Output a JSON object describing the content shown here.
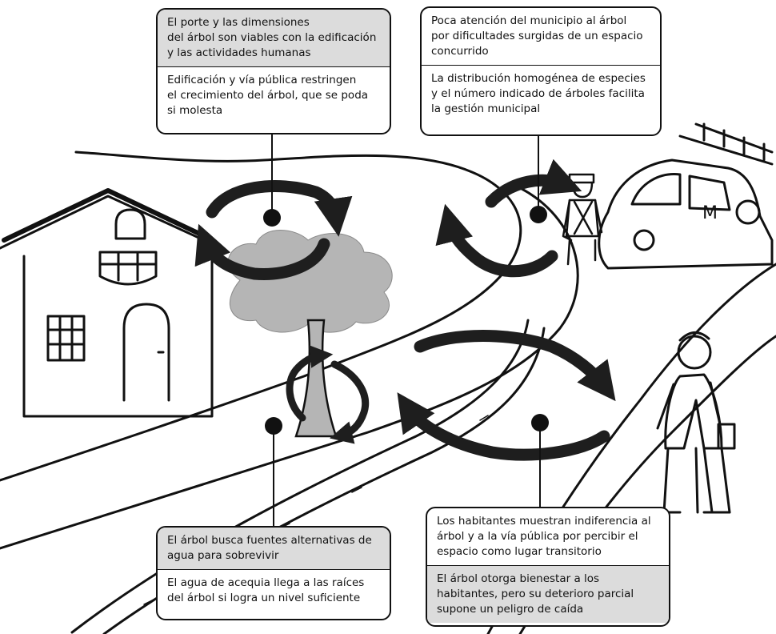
{
  "colors": {
    "box_border": "#111111",
    "box_highlight": "#dcdcdc",
    "tree_canopy": "#b5b5b5",
    "arrow": "#1e1e1e"
  },
  "boxes": {
    "top_left": {
      "upper": "El porte y las dimensiones\ndel árbol son viables con la edificación\ny las actividades humanas",
      "lower": "Edificación y vía pública restringen\nel crecimiento del árbol, que se poda\nsi molesta"
    },
    "top_right": {
      "upper": "Poca atención del municipio al árbol\npor dificultades surgidas de un espacio\nconcurrido",
      "lower": "La distribución homogénea de especies\ny el número indicado de árboles facilita\nla gestión municipal"
    },
    "bottom_left": {
      "upper": "El árbol busca fuentes alternativas de\nagua para sobrevivir",
      "lower": "El agua de acequia llega a las raíces\ndel árbol si logra un nivel suficiente"
    },
    "bottom_right": {
      "upper": "Los habitantes muestran indiferencia al\nárbol y a la vía pública por percibir el\nespacio como lugar transitorio",
      "lower": "El árbol otorga bienestar a los\nhabitantes, pero su deterioro parcial\nsupone un peligro de caída"
    }
  },
  "illustration": {
    "vehicle_marking": "M",
    "icons": [
      "house-icon",
      "tree-icon",
      "municipal-worker-icon",
      "pickup-truck-icon",
      "pedestrian-icon",
      "irrigation-ditch-icon",
      "cycle-arrows-icon"
    ]
  }
}
